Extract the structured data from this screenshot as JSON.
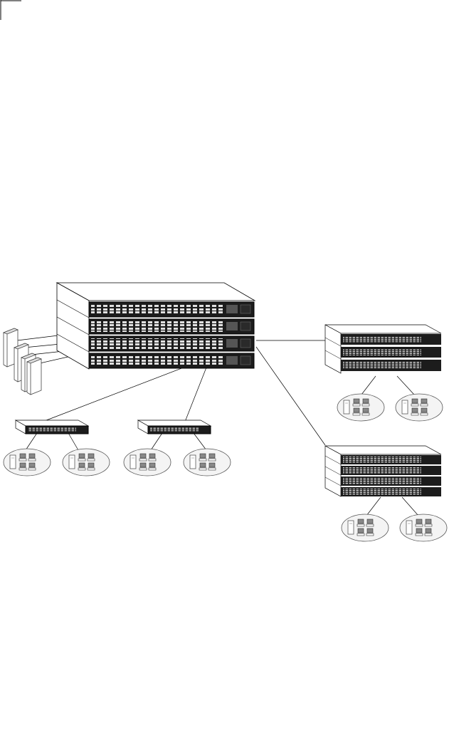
{
  "page": {
    "description_text": ""
  },
  "diagram": {
    "type": "network-topology",
    "nodes": [
      {
        "id": "core-stack",
        "kind": "switch-stack",
        "units": 4
      },
      {
        "id": "server-farm",
        "kind": "servers",
        "count": 4
      },
      {
        "id": "edge-switch-1",
        "kind": "switch"
      },
      {
        "id": "edge-switch-2",
        "kind": "switch"
      },
      {
        "id": "stack-right-top",
        "kind": "switch-stack",
        "units": 3
      },
      {
        "id": "stack-right-bottom",
        "kind": "switch-stack",
        "units": 4
      },
      {
        "id": "workgroup-1",
        "kind": "workgroup",
        "attached_to": "edge-switch-1"
      },
      {
        "id": "workgroup-2",
        "kind": "workgroup",
        "attached_to": "edge-switch-1"
      },
      {
        "id": "workgroup-3",
        "kind": "workgroup",
        "attached_to": "edge-switch-2"
      },
      {
        "id": "workgroup-4",
        "kind": "workgroup",
        "attached_to": "edge-switch-2"
      },
      {
        "id": "workgroup-5",
        "kind": "workgroup",
        "attached_to": "stack-right-top"
      },
      {
        "id": "workgroup-6",
        "kind": "workgroup",
        "attached_to": "stack-right-top"
      },
      {
        "id": "workgroup-7",
        "kind": "workgroup",
        "attached_to": "stack-right-bottom"
      },
      {
        "id": "workgroup-8",
        "kind": "workgroup",
        "attached_to": "stack-right-bottom"
      }
    ],
    "links": [
      [
        "core-stack",
        "server-farm"
      ],
      [
        "core-stack",
        "edge-switch-1"
      ],
      [
        "core-stack",
        "edge-switch-2"
      ],
      [
        "core-stack",
        "stack-right-top"
      ],
      [
        "core-stack",
        "stack-right-bottom"
      ]
    ],
    "colors": {
      "line": "#000000",
      "panel": "#1a1a1a",
      "port": "#d9d9d9",
      "cloud": "#f2f2f2"
    }
  }
}
